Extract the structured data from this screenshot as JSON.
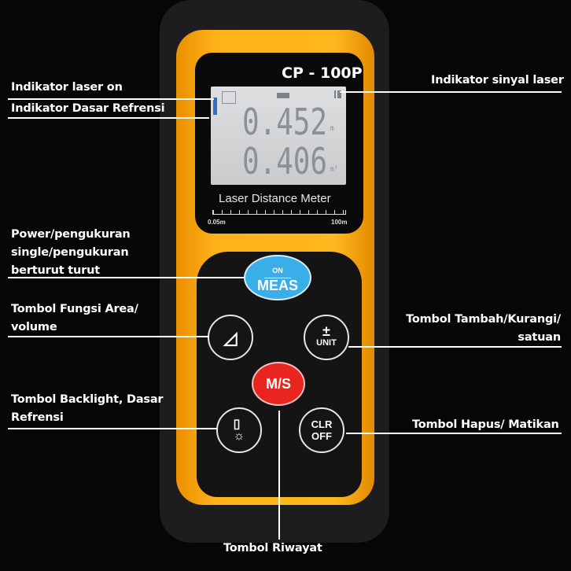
{
  "device": {
    "model": "CP - 100P",
    "display": {
      "reading_1": "0.452",
      "unit_1": "m",
      "reading_2": "0.406",
      "unit_2": "m³"
    },
    "product_name": "Laser Distance Meter",
    "scale_min": "0.05m",
    "scale_max": "100m",
    "buttons": {
      "meas_top": "ON",
      "meas_bottom": "MEAS",
      "ms": "M/S",
      "unit_top": "±",
      "unit_bottom": "UNIT",
      "clr_top": "CLR",
      "clr_bottom": "OFF"
    },
    "colors": {
      "body": "#ffb21a",
      "meas": "#3aaee8",
      "ms": "#e8261f"
    }
  },
  "labels": {
    "laser_on": "Indikator laser on",
    "base_ref": "Indikator Dasar Refrensi",
    "signal": "Indikator sinyal laser",
    "power_1": "Power/pengukuran",
    "power_2": "single/pengukuran",
    "power_3": "berturut turut",
    "area_1": "Tombol Fungsi Area/",
    "area_2": "volume",
    "unit_1": "Tombol Tambah/Kurangi/",
    "unit_2": "satuan",
    "backlight_1": "Tombol Backlight, Dasar",
    "backlight_2": "Refrensi",
    "clear": "Tombol Hapus/ Matikan",
    "history": "Tombol Riwayat"
  }
}
